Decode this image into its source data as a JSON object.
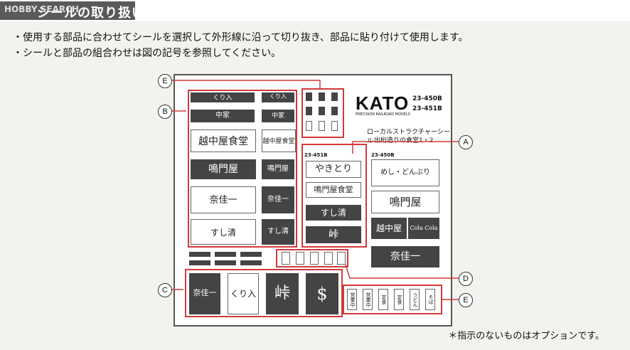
{
  "header": {
    "title": "シールの取り扱い方",
    "watermark": "HOBBY SEARCH"
  },
  "instructions": [
    "・使用する部品に合わせてシールを選択して外形線に沿って切り抜き、部品に貼り付けて使用します。",
    "・シールと部品の組合わせは図の記号を参照してください。"
  ],
  "sheet": {
    "brand": "KATO",
    "brand_sub": "PRECISION RAILROAD MODELS",
    "codes": [
      "23-450B",
      "23-451B"
    ],
    "name_line1": "ローカルストラクチャーシール",
    "name_line2": "出桁造りの食堂1・2",
    "label_451": "23-451B",
    "label_450": "23-450B",
    "signs_b": [
      "くり入",
      "くり入",
      "中家",
      "中家",
      "越中屋食堂",
      "越中屋食堂",
      "鳴門屋",
      "鳴門屋",
      "奈佳一",
      "奈佳一",
      "すし清",
      "すし清"
    ],
    "signs_a1": [
      "やきとり",
      "鳴門屋食堂",
      "すし清",
      "峠"
    ],
    "signs_a2": [
      "めし・どんぶり",
      "鳴門屋",
      "越中屋",
      "Cola Cola",
      "奈佳一"
    ],
    "signs_c": [
      "奈佳一",
      "くり入",
      "峠",
      "$"
    ],
    "signs_e": [
      "営業中",
      "営業中",
      "定食",
      "定食",
      "うどん",
      "そば"
    ]
  },
  "callouts": [
    "A",
    "B",
    "C",
    "D",
    "E",
    "E"
  ],
  "footnote": "＊指示のないものはオプションです。",
  "colors": {
    "highlight": "#d23a3a",
    "sign_dark": "#444444"
  }
}
